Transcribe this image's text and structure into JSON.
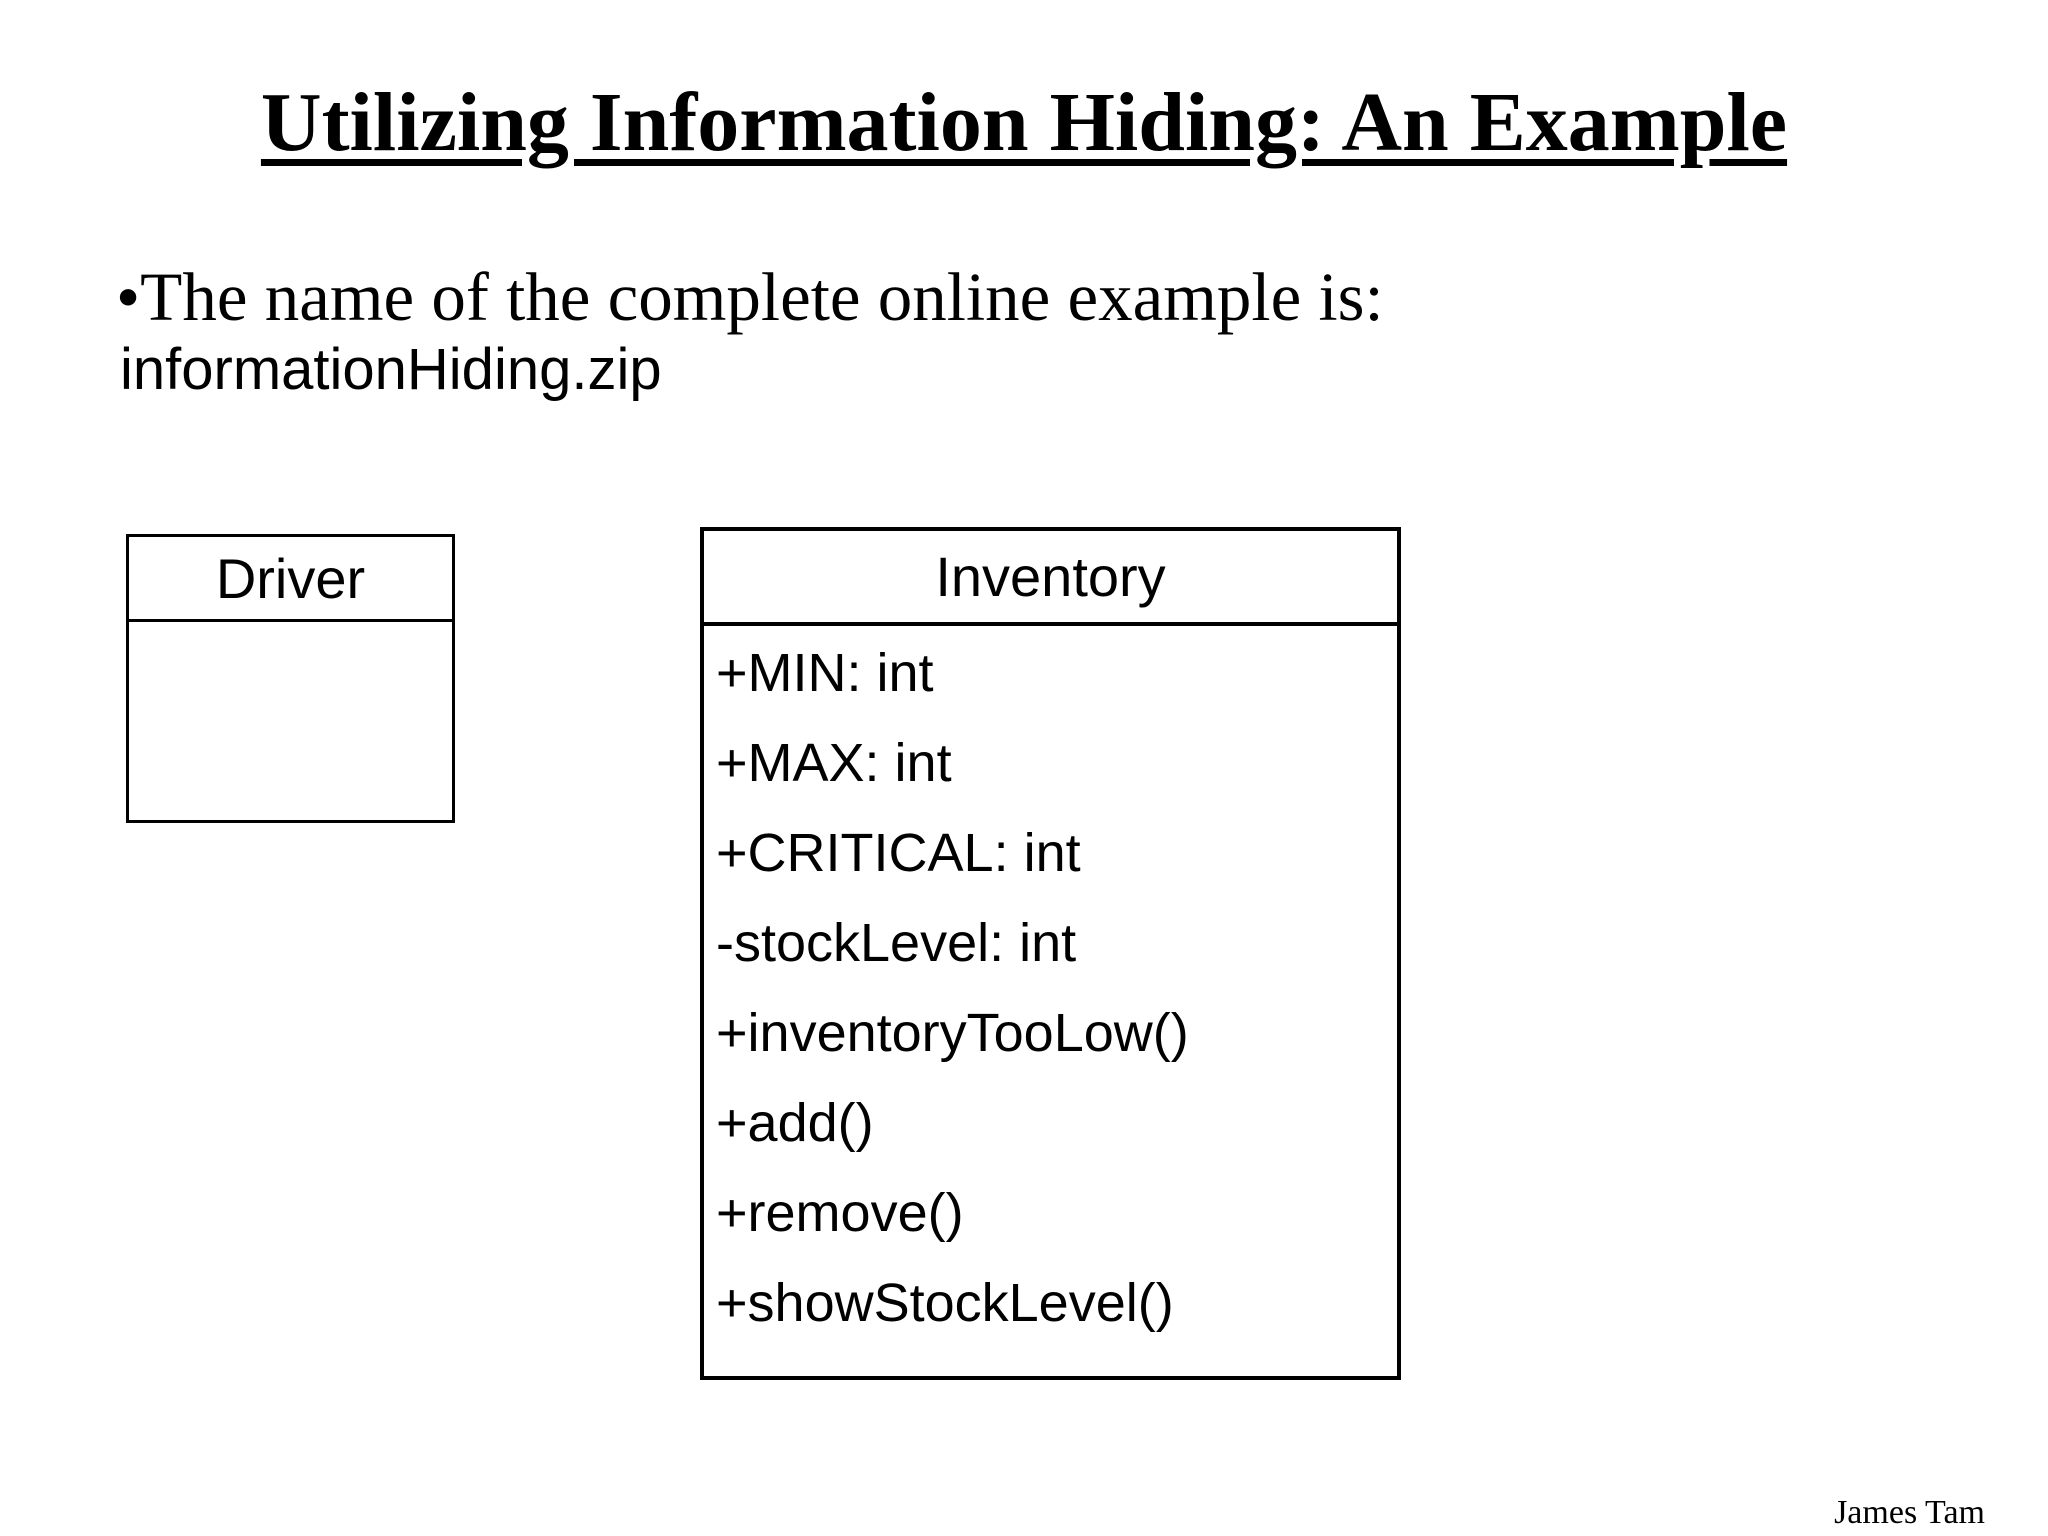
{
  "slide": {
    "title": "Utilizing Information Hiding: An Example",
    "bullet": "•",
    "bullet_text": "The name of the complete online example is:",
    "file_name": "informationHiding.zip",
    "author": "James Tam"
  },
  "uml": {
    "driver": {
      "title": "Driver",
      "members": []
    },
    "inventory": {
      "title": "Inventory",
      "members": [
        "+MIN: int",
        "+MAX: int",
        "+CRITICAL: int",
        "-stockLevel: int",
        "+inventoryTooLow()",
        "+add()",
        "+remove()",
        "+showStockLevel()"
      ]
    }
  },
  "colors": {
    "background": "#ffffff",
    "text": "#000000",
    "border": "#000000"
  }
}
